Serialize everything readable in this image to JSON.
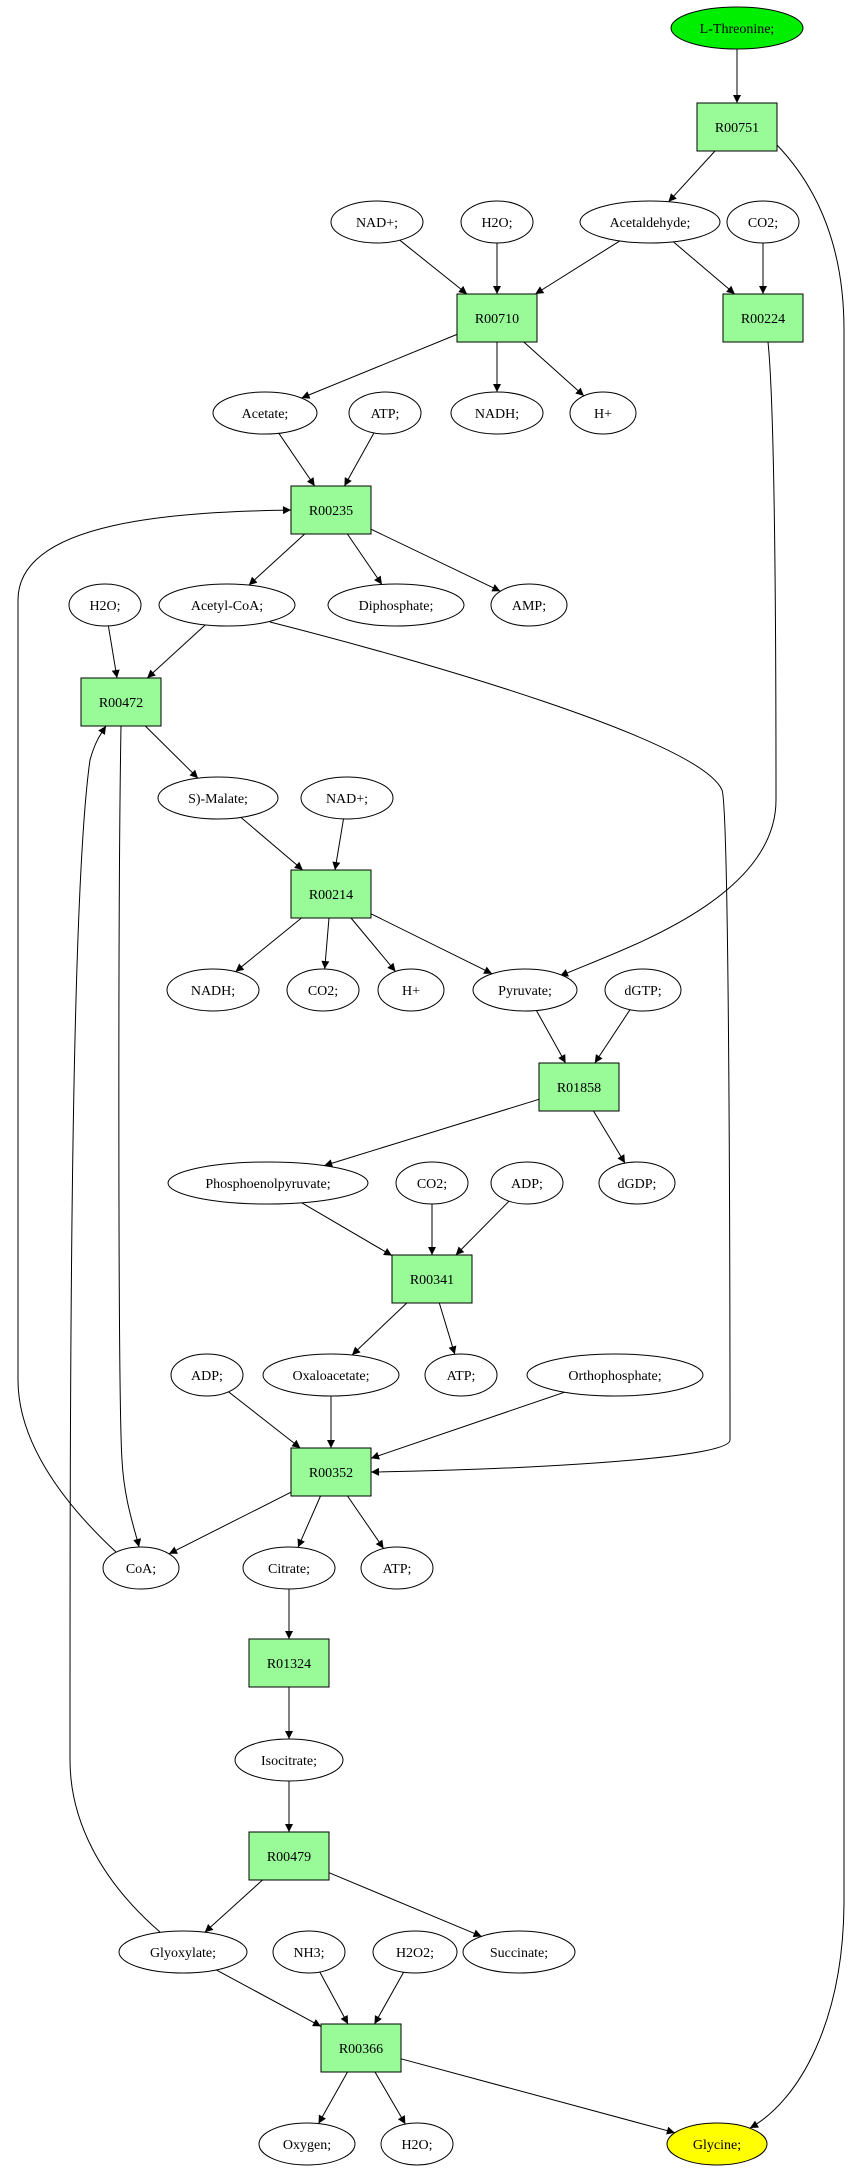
{
  "colors": {
    "reaction_fill": "#98fb98",
    "metabolite_fill": "#ffffff",
    "start_fill": "#00ee00",
    "end_fill": "#ffff00",
    "stroke": "#000000"
  },
  "nodes": {
    "l_threonine": "L-Threonine;",
    "r00751": "R00751",
    "nad_plus_1": "NAD+;",
    "h2o_1": "H2O;",
    "acetaldehyde": "Acetaldehyde;",
    "co2_1": "CO2;",
    "r00710": "R00710",
    "r00224": "R00224",
    "acetate": "Acetate;",
    "atp_1": "ATP;",
    "nadh_1": "NADH;",
    "h_plus_1": "H+",
    "r00235": "R00235",
    "h2o_2": "H2O;",
    "acetyl_coa": "Acetyl-CoA;",
    "diphosphate": "Diphosphate;",
    "amp": "AMP;",
    "r00472": "R00472",
    "s_malate": "S)-Malate;",
    "nad_plus_2": "NAD+;",
    "r00214": "R00214",
    "nadh_2": "NADH;",
    "co2_2": "CO2;",
    "h_plus_2": "H+",
    "pyruvate": "Pyruvate;",
    "dgtp": "dGTP;",
    "r01858": "R01858",
    "phosphoenolpyruvate": "Phosphoenolpyruvate;",
    "co2_3": "CO2;",
    "adp_1": "ADP;",
    "dgdp": "dGDP;",
    "r00341": "R00341",
    "adp_2": "ADP;",
    "oxaloacetate": "Oxaloacetate;",
    "atp_2": "ATP;",
    "orthophosphate": "Orthophosphate;",
    "r00352": "R00352",
    "coa": "CoA;",
    "citrate": "Citrate;",
    "atp_3": "ATP;",
    "r01324": "R01324",
    "isocitrate": "Isocitrate;",
    "r00479": "R00479",
    "glyoxylate": "Glyoxylate;",
    "succinate": "Succinate;",
    "nh3": "NH3;",
    "h2o2": "H2O2;",
    "r00366": "R00366",
    "oxygen": "Oxygen;",
    "h2o_3": "H2O;",
    "glycine": "Glycine;"
  }
}
